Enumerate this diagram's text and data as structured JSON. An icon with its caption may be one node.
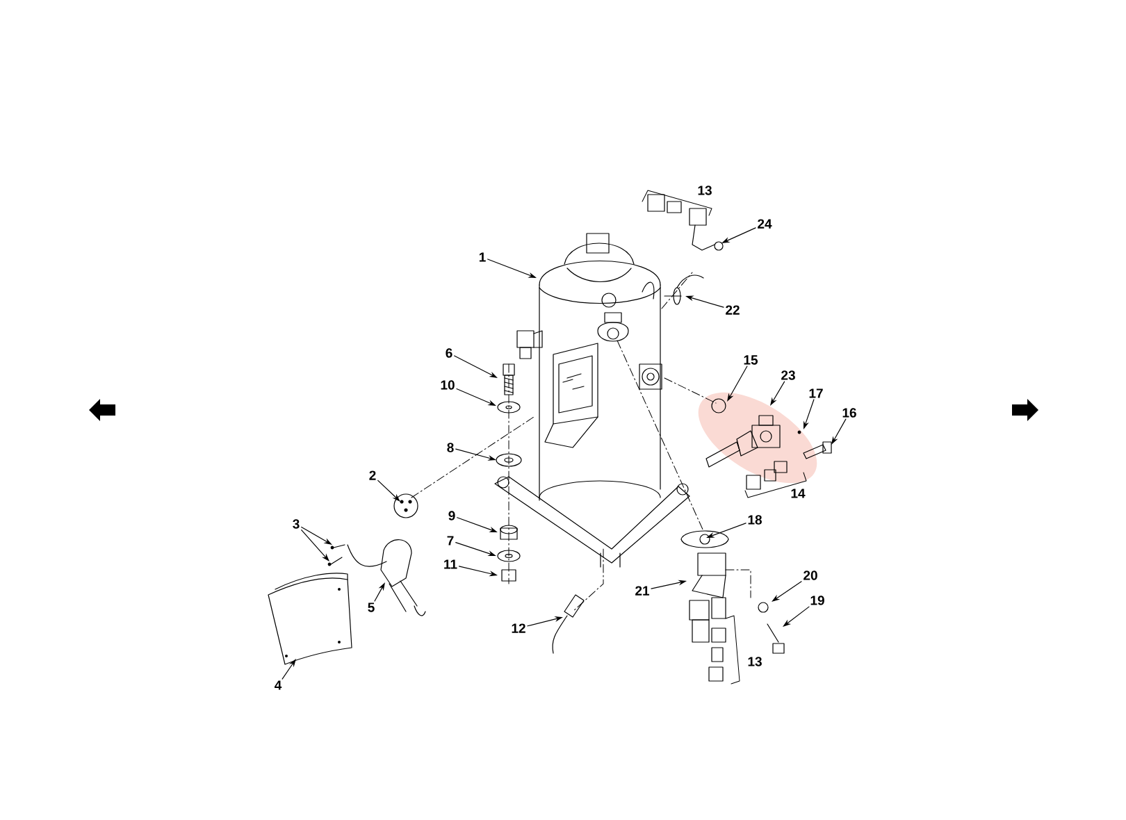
{
  "diagram": {
    "nodes": [
      {
        "text": [
          "24"
        ]
      },
      {
        "text": [
          "1"
        ]
      },
      {
        "text": [
          "22"
        ]
      },
      {
        "text": [
          "6"
        ]
      },
      {
        "text": [
          "15"
        ]
      },
      {
        "text": [
          "23"
        ]
      },
      {
        "text": [
          "17"
        ]
      },
      {
        "text": [
          "10"
        ]
      },
      {
        "text": [
          "16"
        ]
      },
      {
        "text": [
          "8"
        ]
      },
      {
        "text": [
          "2"
        ]
      },
      {
        "text": [
          "18"
        ]
      },
      {
        "text": [
          "9"
        ]
      },
      {
        "text": [
          "3"
        ]
      },
      {
        "text": [
          "7"
        ]
      },
      {
        "text": [
          "11"
        ]
      },
      {
        "text": [
          "21"
        ]
      },
      {
        "text": [
          "20"
        ]
      },
      {
        "text": [
          "5"
        ]
      },
      {
        "text": [
          "19"
        ]
      },
      {
        "text": [
          "12"
        ]
      },
      {
        "text": [
          "4"
        ]
      }
    ],
    "edges": [
      {
        "from": 0,
        "to": null,
        "arrow": "to"
      },
      {
        "from": 1,
        "to": null,
        "arrow": "to"
      },
      {
        "from": 2,
        "to": null,
        "arrow": "to"
      },
      {
        "from": 3,
        "to": null,
        "arrow": "to"
      },
      {
        "from": 4,
        "to": null,
        "arrow": "to"
      },
      {
        "from": 5,
        "to": null,
        "arrow": "to"
      },
      {
        "from": 6,
        "to": null,
        "arrow": "to"
      },
      {
        "from": 7,
        "to": null,
        "arrow": "to"
      },
      {
        "from": 8,
        "to": null,
        "arrow": "to"
      },
      {
        "from": 9,
        "to": null,
        "arrow": "to"
      },
      {
        "from": 10,
        "to": null,
        "arrow": "to"
      },
      {
        "from": 11,
        "to": null,
        "arrow": "to"
      },
      {
        "from": 12,
        "to": null,
        "arrow": "to"
      },
      {
        "from": 13,
        "to": null,
        "arrow": "to"
      },
      {
        "from": 13,
        "to": null,
        "arrow": "to"
      },
      {
        "from": 14,
        "to": null,
        "arrow": "to"
      },
      {
        "from": 15,
        "to": null,
        "arrow": "to"
      },
      {
        "from": 16,
        "to": null,
        "arrow": "to"
      },
      {
        "from": 17,
        "to": null,
        "arrow": "to"
      },
      {
        "from": 18,
        "to": null,
        "arrow": "to"
      },
      {
        "from": 19,
        "to": null,
        "arrow": "to"
      },
      {
        "from": 20,
        "to": null,
        "arrow": "to"
      },
      {
        "from": 21,
        "to": null,
        "arrow": "to"
      }
    ],
    "labels": [
      "13",
      "14",
      "13"
    ]
  }
}
